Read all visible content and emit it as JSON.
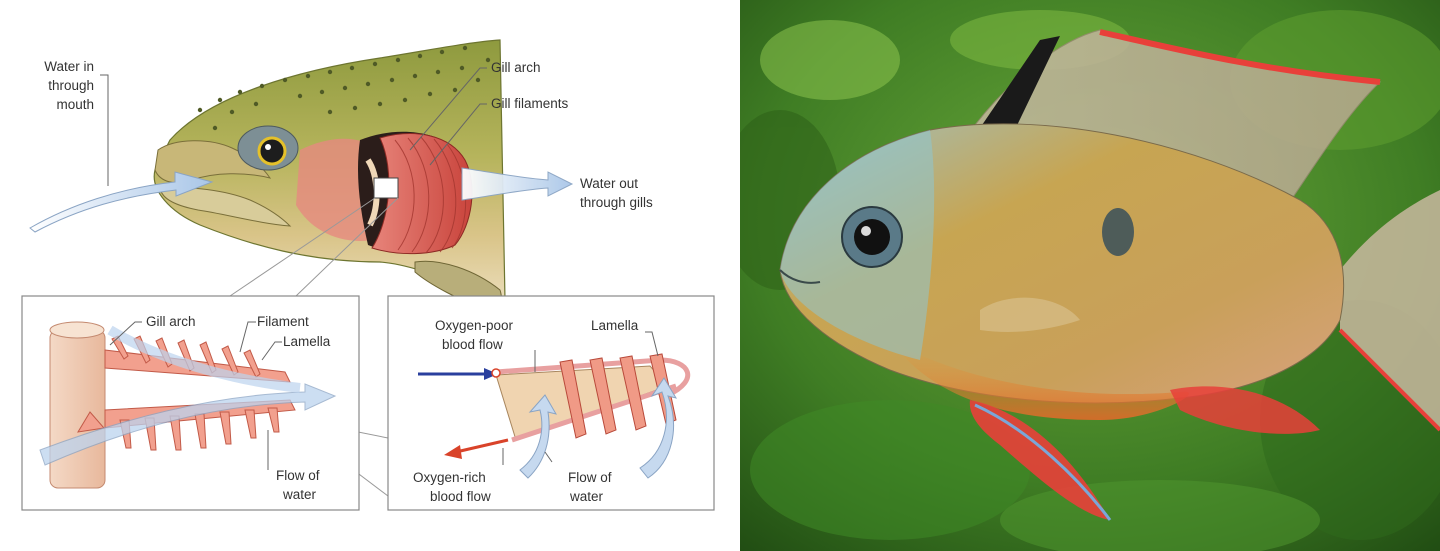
{
  "diagram": {
    "labels": {
      "water_in_1": "Water in",
      "water_in_2": "through",
      "water_in_3": "mouth",
      "gill_arch_top": "Gill arch",
      "gill_filaments": "Gill filaments",
      "water_out_1": "Water out",
      "water_out_2": "through gills",
      "inset1_gill_arch": "Gill arch",
      "inset1_filament": "Filament",
      "inset1_lamella": "Lamella",
      "inset1_flow_1": "Flow of",
      "inset1_flow_2": "water",
      "inset2_poor_1": "Oxygen-poor",
      "inset2_poor_2": "blood flow",
      "inset2_lamella": "Lamella",
      "inset2_rich_1": "Oxygen-rich",
      "inset2_rich_2": "blood flow",
      "inset2_flow_1": "Flow of",
      "inset2_flow_2": "water"
    },
    "colors": {
      "fish_olive": "#a9b257",
      "gill_red": "#d9625a",
      "water_arrow": "#cfe0f3",
      "oxygen_poor_arrow": "#2a3f9e",
      "oxygen_rich_arrow": "#d9432a"
    }
  },
  "photo": {
    "subject": "fish-photo",
    "colors": {
      "background": "#3c7a23",
      "body": "#c9a24a",
      "fin_red": "#e8403a"
    }
  }
}
